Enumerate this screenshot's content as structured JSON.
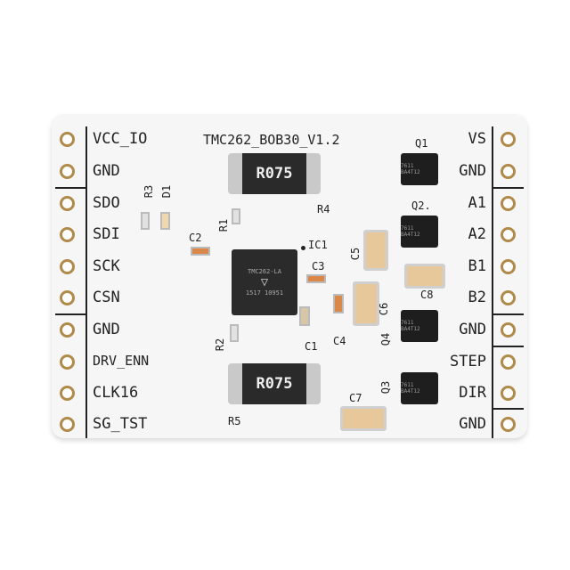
{
  "board": {
    "title": "TMC262_BOB30_V1.2",
    "left_pins": [
      "VCC_IO",
      "GND",
      "SDO",
      "SDI",
      "SCK",
      "CSN",
      "GND",
      "DRV_ENN",
      "CLK16",
      "SG_TST"
    ],
    "right_pins": [
      "VS",
      "GND",
      "A1",
      "A2",
      "B1",
      "B2",
      "GND",
      "STEP",
      "DIR",
      "GND"
    ],
    "components": {
      "r4": {
        "label": "R4",
        "marking": "R075"
      },
      "r5": {
        "label": "R5",
        "marking": "R075"
      },
      "ic1": {
        "label": "IC1",
        "marking_line1": "TMC262-LA",
        "marking_line2": "1517 10951"
      },
      "q1": {
        "label": "Q1",
        "marking": "7611 BA4T12"
      },
      "q2": {
        "label": "Q2.",
        "marking": "7611 BA4T12"
      },
      "q3": {
        "label": "Q3",
        "marking": "7611 BA4T12"
      },
      "q4": {
        "label": "Q4",
        "marking": "7611 BA4T12"
      },
      "r1": "R1",
      "r2": "R2",
      "r3": "R3",
      "d1": "D1",
      "c1": "C1",
      "c2": "C2",
      "c3": "C3",
      "c4": "C4",
      "c5": "C5",
      "c6": "C6",
      "c7": "C7",
      "c8": "C8"
    },
    "colors": {
      "pcb": "#f6f6f6",
      "silkscreen": "#222222",
      "pad": "#b08a4a",
      "chip": "#2b2b2b"
    }
  }
}
